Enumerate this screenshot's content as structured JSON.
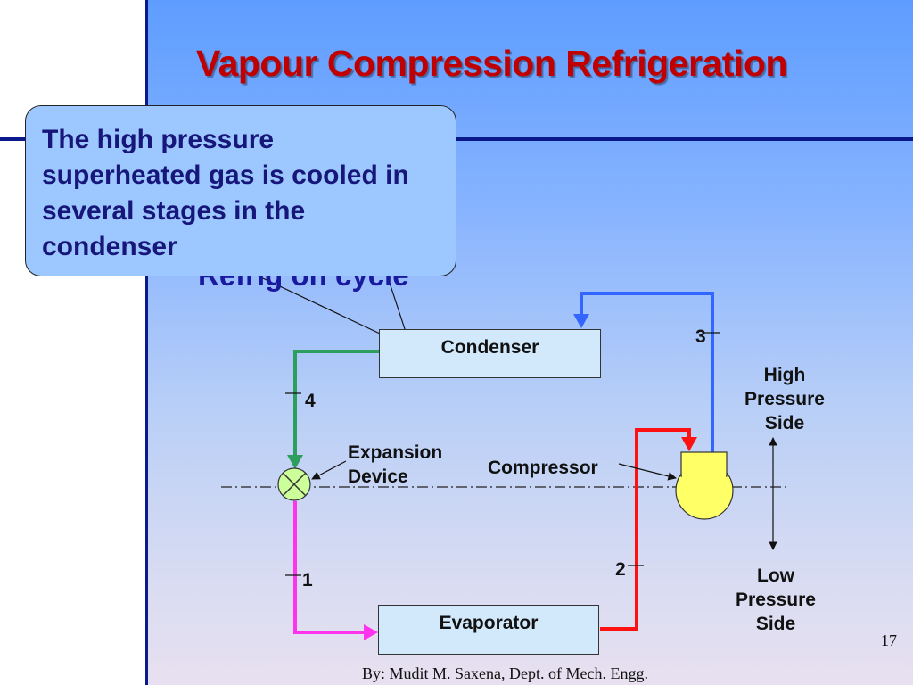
{
  "slide": {
    "title": "Vapour Compression Refrigeration",
    "subtitle_visible": "Refrig      on cycle",
    "callout_text": "The high pressure superheated gas is cooled in several stages in the condenser",
    "page_number": "17",
    "footer": "By: Mudit M. Saxena, Dept. of Mech. Engg."
  },
  "diagram": {
    "components": {
      "condenser": "Condenser",
      "evaporator": "Evaporator",
      "compressor": "Compressor",
      "expansion_device": [
        "Expansion",
        "Device"
      ]
    },
    "state_points": [
      "1",
      "2",
      "3",
      "4"
    ],
    "sides": {
      "high": [
        "High",
        "Pressure",
        "Side"
      ],
      "low": [
        "Low",
        "Pressure",
        "Side"
      ]
    },
    "line_colors": {
      "condenser_to_expansion": "#2e9e5e",
      "expansion_to_evaporator": "#ff33ee",
      "evaporator_to_compressor": "#ff1111",
      "compressor_to_condenser": "#3366ff"
    }
  }
}
